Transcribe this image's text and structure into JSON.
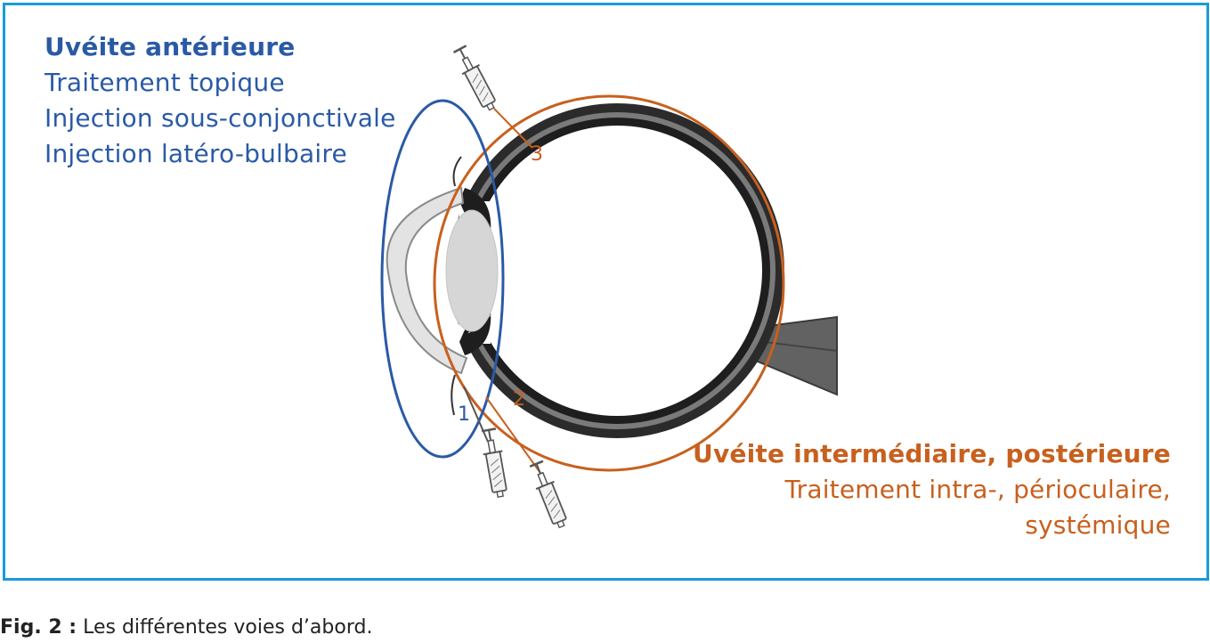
{
  "anterior": {
    "heading": "Uvéite antérieure",
    "lines": [
      "Traitement topique",
      "Injection sous-conjonctivale",
      "Injection latéro-bulbaire"
    ],
    "color": "#2a5aa6"
  },
  "posterior": {
    "heading": "Uvéite intermédiaire, postérieure",
    "lines": [
      "Traitement intra-, périoculaire,",
      "systémique"
    ],
    "color": "#c8601e"
  },
  "markers": {
    "one": "1",
    "two": "2",
    "three": "3"
  },
  "caption": {
    "label": "Fig. 2 :",
    "text": " Les différentes voies d’abord."
  },
  "colors": {
    "frame": "#1a9bd7",
    "eye_dark": "#2b2b2b",
    "eye_mid": "#6e6e6e",
    "lens": "#d6d6d6",
    "cornea": "#e3e3e3"
  }
}
